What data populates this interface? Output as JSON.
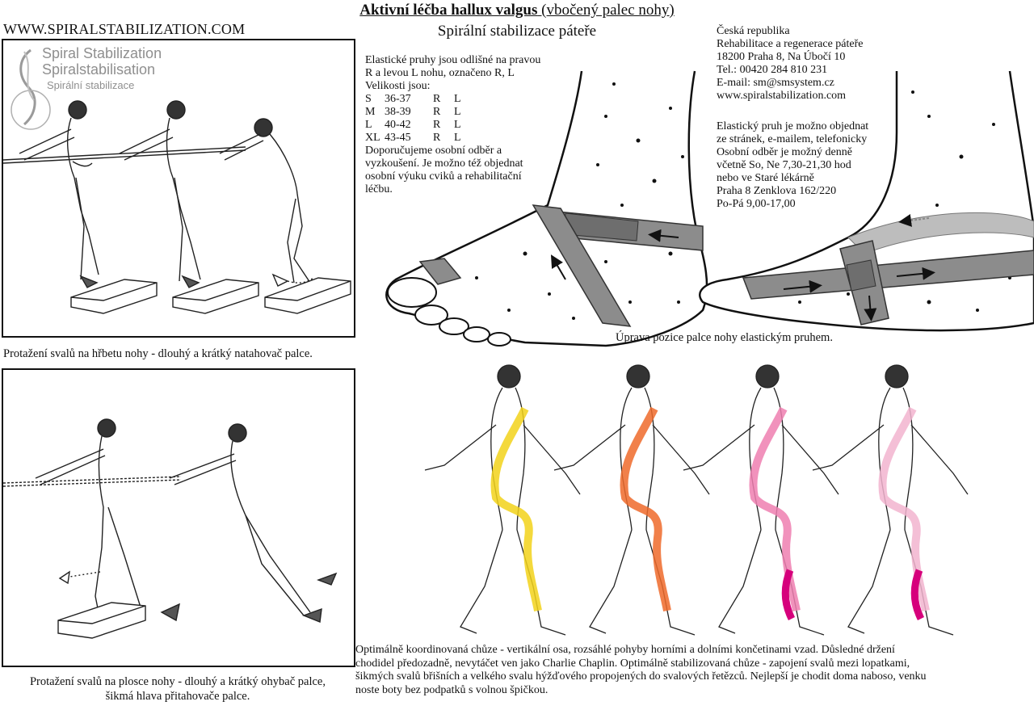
{
  "header": {
    "title_bold": "Aktivní léčba hallux valgus",
    "title_rest": " (vbočený palec nohy)",
    "subtitle": "Spirální stabilizace páteře",
    "website": "WWW.SPIRALSTABILIZATION.COM"
  },
  "logo": {
    "line1": "Spiral Stabilization",
    "line2": "Spiralstabilisation",
    "line3": "Spirální stabilizace",
    "badge": "Spiral Stabilization"
  },
  "panels": {
    "top_caption": "Protažení svalů na hřbetu nohy - dlouhý a krátký natahovač palce.",
    "bottom_caption_line1": "Protažení svalů na plosce nohy - dlouhý a krátký ohybač palce,",
    "bottom_caption_line2": "šikmá hlava přitahovače palce."
  },
  "bands": {
    "intro_line1": "Elastické pruhy jsou odlišné na pravou",
    "intro_line2": "R a levou L nohu, označeno R, L",
    "sizes_heading": "Velikosti jsou:",
    "sizes": [
      {
        "size": "S",
        "range": "36-37",
        "right": "R",
        "left": "L"
      },
      {
        "size": "M",
        "range": "38-39",
        "right": "R",
        "left": "L"
      },
      {
        "size": "L",
        "range": "40-42",
        "right": "R",
        "left": "L"
      },
      {
        "size": "XL",
        "range": "43-45",
        "right": "R",
        "left": "L"
      }
    ],
    "advice_lines": [
      "Doporučujeme osobní odběr a",
      "vyzkoušení. Je možno též objednat",
      "osobní výuku cviků a rehabilitační",
      "léčbu."
    ]
  },
  "contact": {
    "lines": [
      "Česká republika",
      "Rehabilitace a regenerace páteře",
      "18200 Praha 8, Na Úbočí 10",
      "Tel.: 00420 284 810 231",
      "E-mail: sm@smsystem.cz",
      "www.spiralstabilization.com"
    ],
    "order_lines": [
      "Elastický pruh je možno objednat",
      "ze stránek, e-mailem, telefonicky",
      "Osobní odběr je možný denně",
      "včetně So, Ne 7,30-21,30 hod",
      "nebo ve Staré lékárně",
      "Praha 8 Zenklova 162/220",
      "Po-Pá 9,00-17,00"
    ]
  },
  "feet": {
    "caption": "Úprava pozice palce nohy elastickým pruhem."
  },
  "walking": {
    "text_lines": [
      "Optimálně koordinovaná chůze - vertikální osa, rozsáhlé pohyby horními a dolními končetinami vzad. Důsledné držení",
      "chodidel předozadně, nevytáčet ven jako Charlie Chaplin. Optimálně stabilizovaná chůze - zapojení svalů mezi lopatkami,",
      "šikmých svalů břišních a velkého svalu hýžďového propojených do svalových řetězců. Nejlepší je chodit doma naboso, venku",
      "noste boty bez podpatků s volnou špičkou."
    ],
    "muscle_colors": [
      "#f2d21a",
      "#ee6a2a",
      "#ee7fb0",
      "#d6007c",
      "#f2b4cf"
    ]
  },
  "colors": {
    "band_gray": "#8c8c8c",
    "band_dark": "#6e6e6e",
    "logo_gray": "#8f8f8f"
  }
}
